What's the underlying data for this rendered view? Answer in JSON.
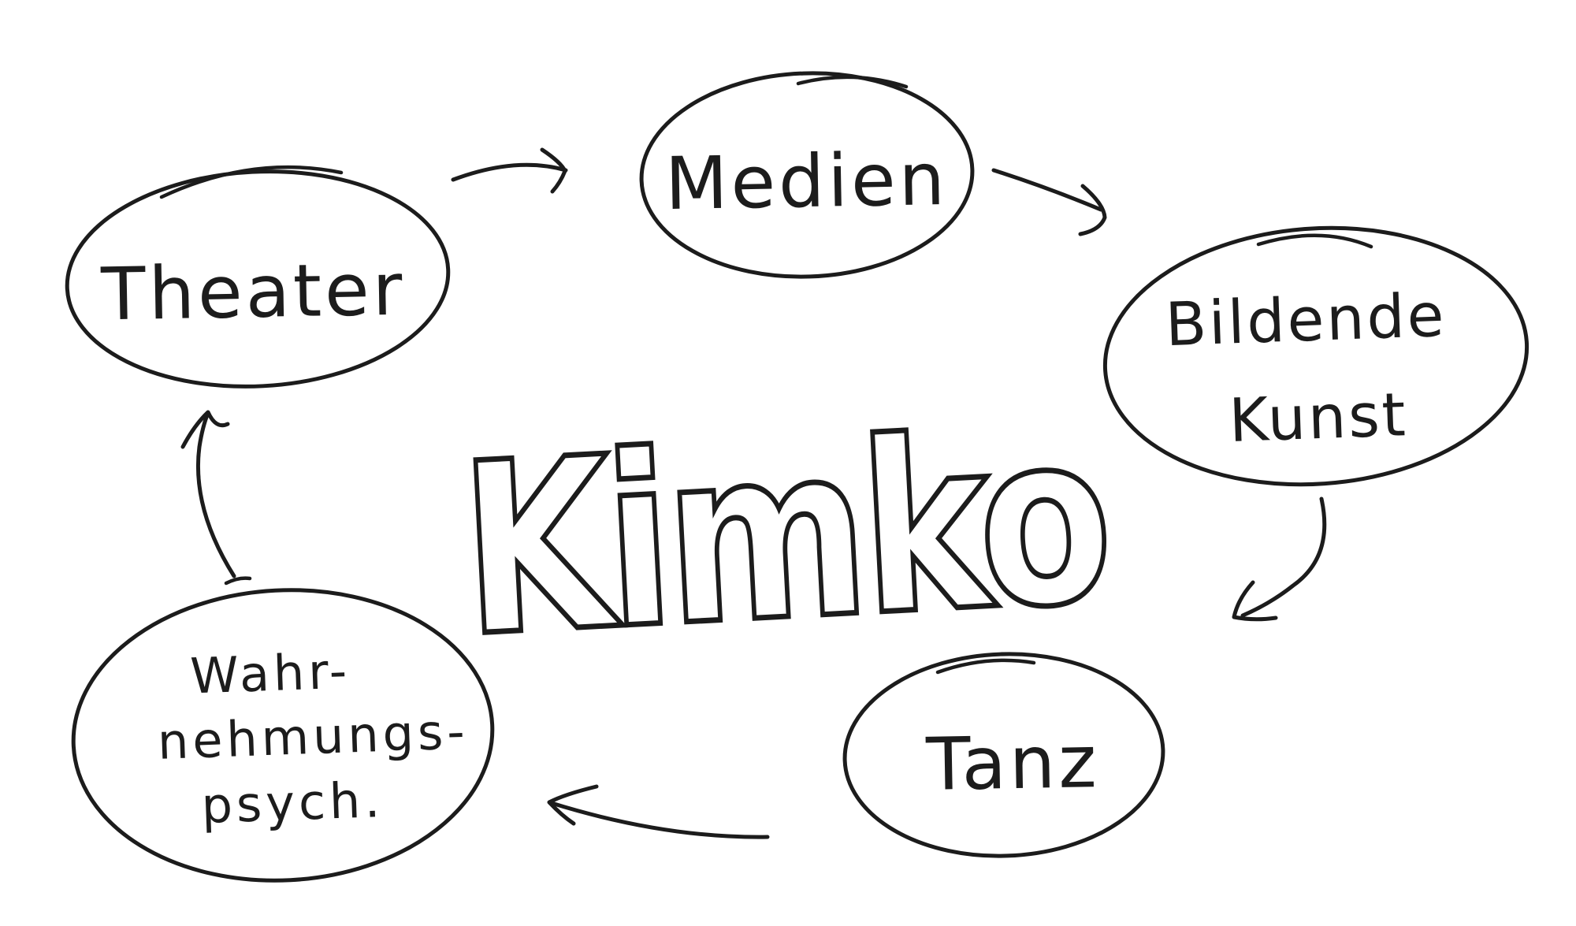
{
  "diagram": {
    "type": "hand-drawn-cycle-mindmap",
    "title": "Kimko",
    "colors": {
      "background": "#ffffff",
      "ink": "#1c1c1c"
    },
    "nodes": [
      {
        "id": "theater",
        "lines": [
          "Theater"
        ]
      },
      {
        "id": "medien",
        "lines": [
          "Medien"
        ]
      },
      {
        "id": "bildende-kunst",
        "lines": [
          "Bildende",
          "Kunst"
        ]
      },
      {
        "id": "tanz",
        "lines": [
          "Tanz"
        ]
      },
      {
        "id": "wahrnehmungspsych",
        "lines": [
          "Wahr-",
          "nehmungs-",
          "psych."
        ]
      }
    ],
    "edges": [
      {
        "from": "theater",
        "to": "medien"
      },
      {
        "from": "medien",
        "to": "bildende-kunst"
      },
      {
        "from": "bildende-kunst",
        "to": "tanz"
      },
      {
        "from": "tanz",
        "to": "wahrnehmungspsych"
      },
      {
        "from": "wahrnehmungspsych",
        "to": "theater"
      }
    ]
  }
}
